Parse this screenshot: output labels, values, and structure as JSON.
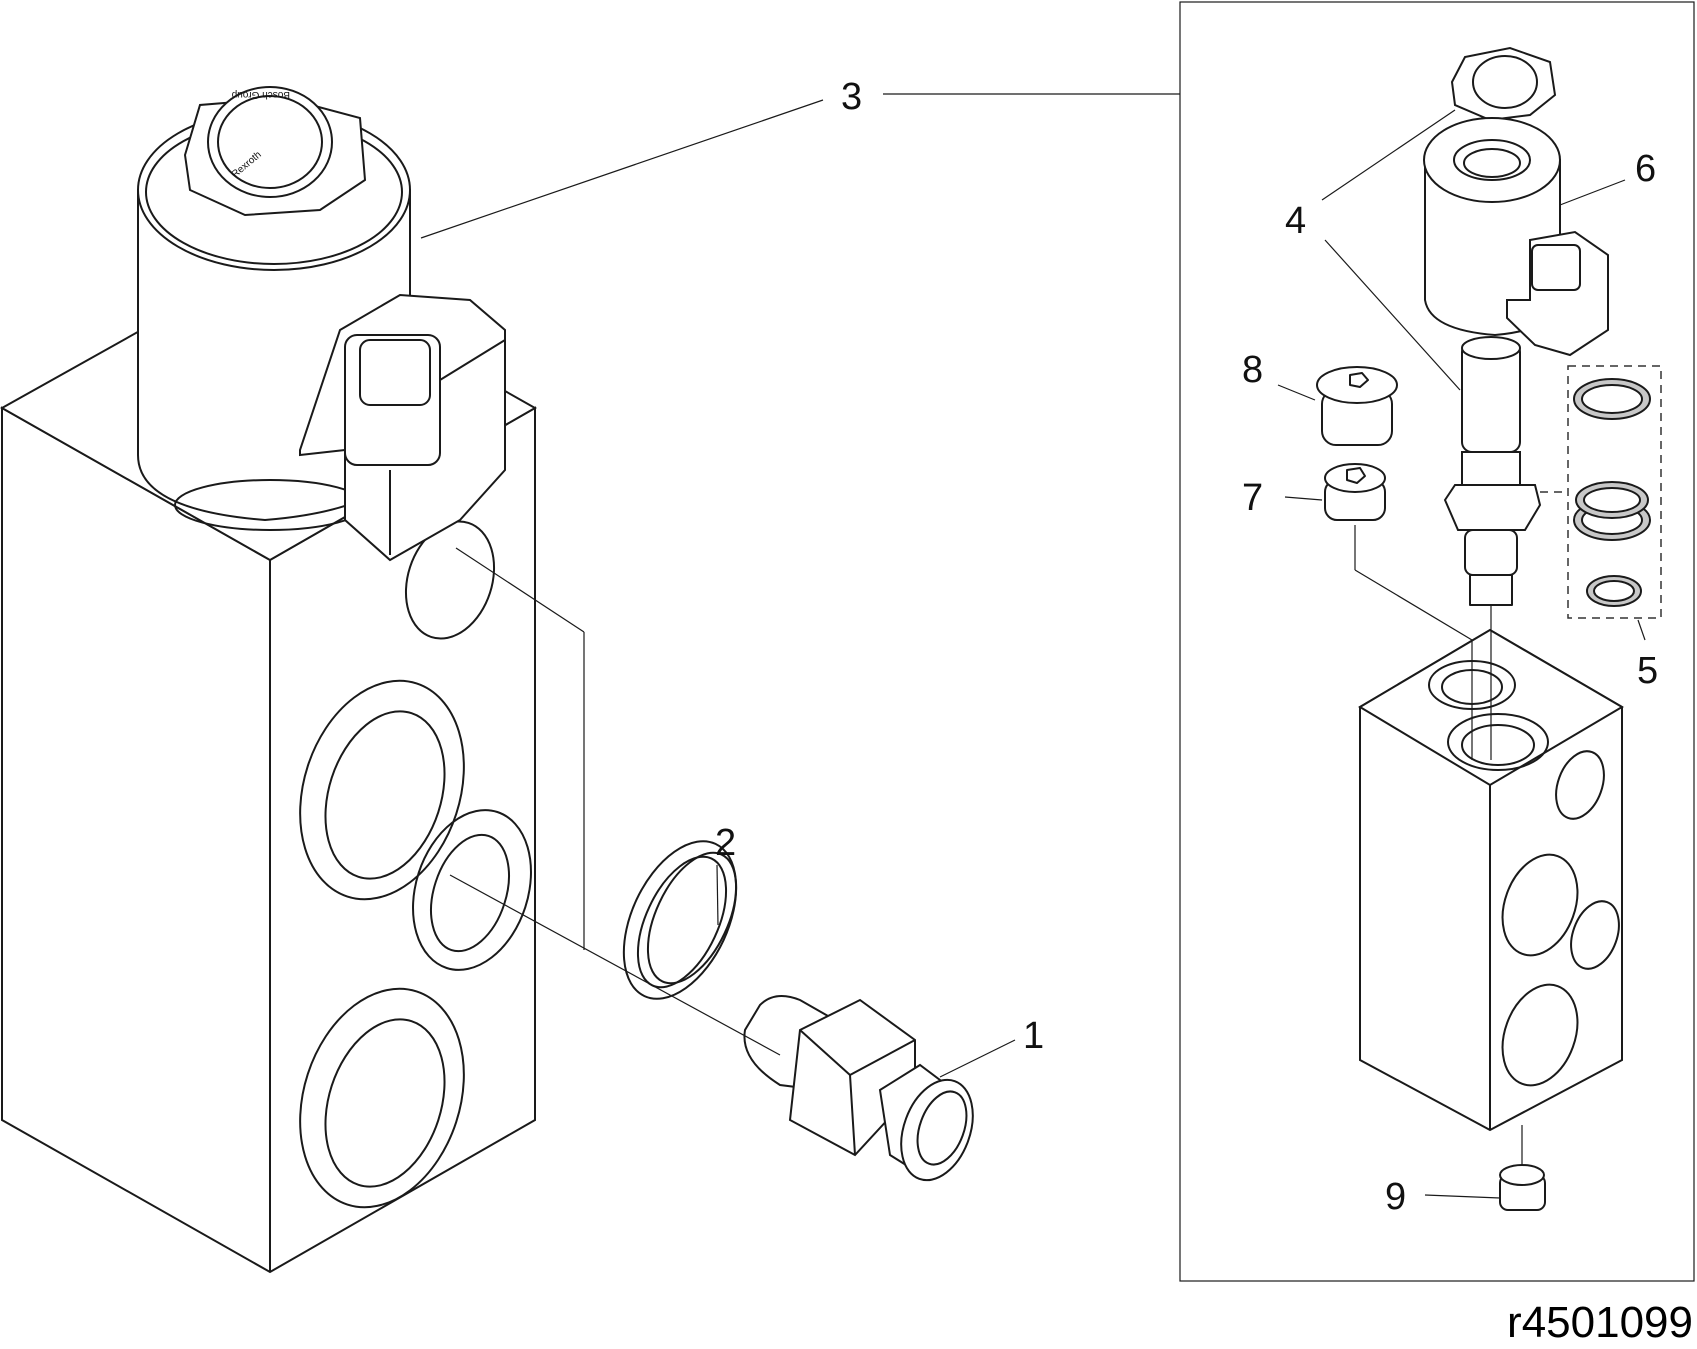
{
  "figure": {
    "type": "exploded parts diagram",
    "reference_code": "r4501099",
    "brand_marking": "Rexroth",
    "brand_marking_secondary": "Bosch Group",
    "colors": {
      "line": "#1a1a1a",
      "background": "#ffffff",
      "seal_fill": "#c8c8c8"
    }
  },
  "callouts": [
    {
      "id": "1",
      "label": "1",
      "part": "fitting"
    },
    {
      "id": "2",
      "label": "2",
      "part": "seal washer"
    },
    {
      "id": "3",
      "label": "3",
      "part": "solenoid valve assembly"
    },
    {
      "id": "4",
      "label": "4",
      "part": "valve cartridge and nut"
    },
    {
      "id": "5",
      "label": "5",
      "part": "seal kit"
    },
    {
      "id": "6",
      "label": "6",
      "part": "solenoid coil"
    },
    {
      "id": "7",
      "label": "7",
      "part": "plug"
    },
    {
      "id": "8",
      "label": "8",
      "part": "plug"
    },
    {
      "id": "9",
      "label": "9",
      "part": "plug"
    }
  ]
}
